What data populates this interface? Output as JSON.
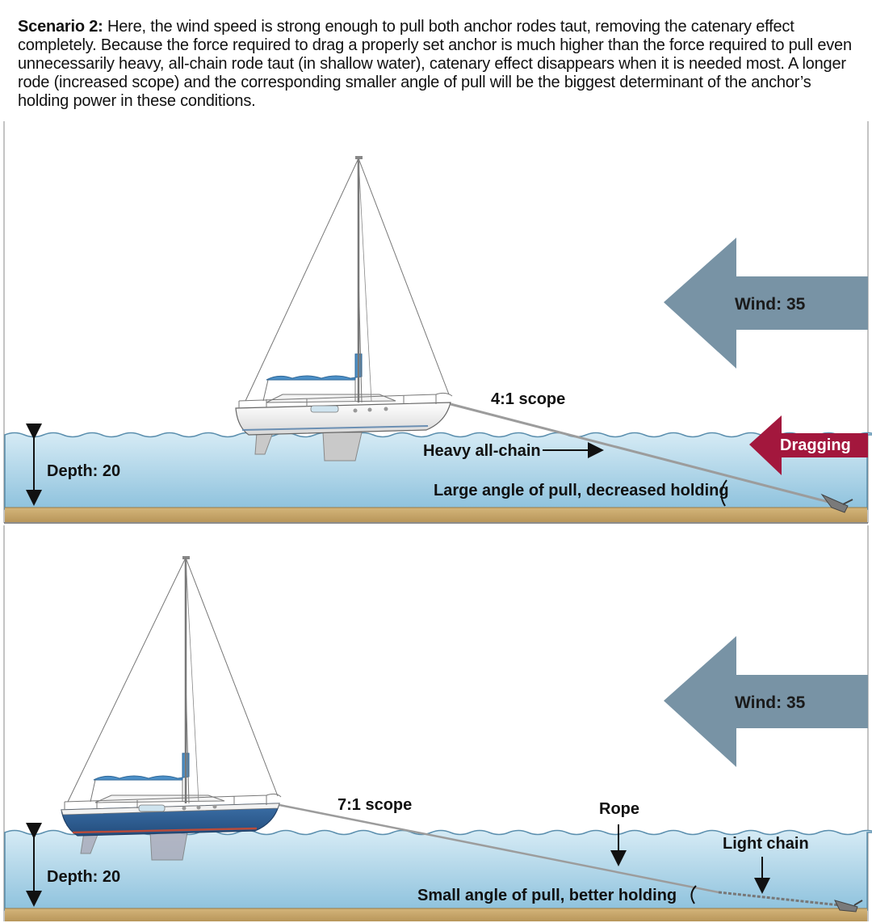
{
  "caption": {
    "lead": "Scenario 2:",
    "text": " Here, the wind speed is strong enough to pull both anchor rodes taut, removing the catenary effect completely. Because the force required to drag a properly set anchor is much higher than the force required to pull even unnecessarily heavy, all-chain rode taut (in shallow water), catenary effect disappears when it is needed most. A longer rode (increased scope) and the corresponding smaller angle of pull will be the biggest determinant of the anchor’s holding power in these conditions."
  },
  "panel_top": {
    "wind_label": "Wind: 35",
    "scope_label": "4:1 scope",
    "rode_label": "Heavy all-chain",
    "dragging_label": "Dragging",
    "depth_label": "Depth: 20",
    "angle_label": "Large angle of pull, decreased holding"
  },
  "panel_bottom": {
    "wind_label": "Wind: 35",
    "scope_label": "7:1 scope",
    "rope_label": "Rope",
    "chain_label": "Light chain",
    "depth_label": "Depth: 20",
    "angle_label": "Small angle of pull, better holding"
  },
  "colors": {
    "water_top": "#cfe6f2",
    "water_bottom": "#8fc3de",
    "seabed": "#c8a86b",
    "wind_arrow": "#7893a5",
    "drag_arrow": "#a3173d",
    "hull_top": "#f2f2f2",
    "hull_bottom": "#2f5f96",
    "canvas": "#4a8fc9"
  }
}
